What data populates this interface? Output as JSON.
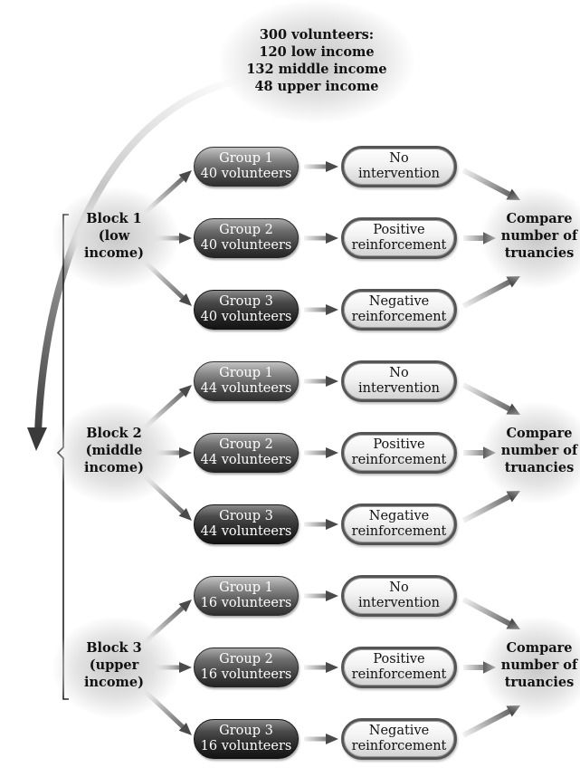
{
  "population": {
    "line1": "300 volunteers:",
    "line2": "120 low income",
    "line3": "132 middle income",
    "line4": "48 upper income"
  },
  "blocks": [
    {
      "label": [
        "Block 1",
        "(low",
        "income)"
      ],
      "groups": [
        {
          "name": "Group 1",
          "count": "40 volunteers",
          "treatment": [
            "No",
            "intervention"
          ]
        },
        {
          "name": "Group 2",
          "count": "40 volunteers",
          "treatment": [
            "Positive",
            "reinforcement"
          ]
        },
        {
          "name": "Group 3",
          "count": "40 volunteers",
          "treatment": [
            "Negative",
            "reinforcement"
          ]
        }
      ],
      "compare": [
        "Compare",
        "number of",
        "truancies"
      ]
    },
    {
      "label": [
        "Block 2",
        "(middle",
        "income)"
      ],
      "groups": [
        {
          "name": "Group 1",
          "count": "44 volunteers",
          "treatment": [
            "No",
            "intervention"
          ]
        },
        {
          "name": "Group 2",
          "count": "44 volunteers",
          "treatment": [
            "Positive",
            "reinforcement"
          ]
        },
        {
          "name": "Group 3",
          "count": "44 volunteers",
          "treatment": [
            "Negative",
            "reinforcement"
          ]
        }
      ],
      "compare": [
        "Compare",
        "number of",
        "truancies"
      ]
    },
    {
      "label": [
        "Block 3",
        "(upper",
        "income)"
      ],
      "groups": [
        {
          "name": "Group 1",
          "count": "16 volunteers",
          "treatment": [
            "No",
            "intervention"
          ]
        },
        {
          "name": "Group 2",
          "count": "16 volunteers",
          "treatment": [
            "Positive",
            "reinforcement"
          ]
        },
        {
          "name": "Group 3",
          "count": "16 volunteers",
          "treatment": [
            "Negative",
            "reinforcement"
          ]
        }
      ],
      "compare": [
        "Compare",
        "number of",
        "truancies"
      ]
    }
  ]
}
